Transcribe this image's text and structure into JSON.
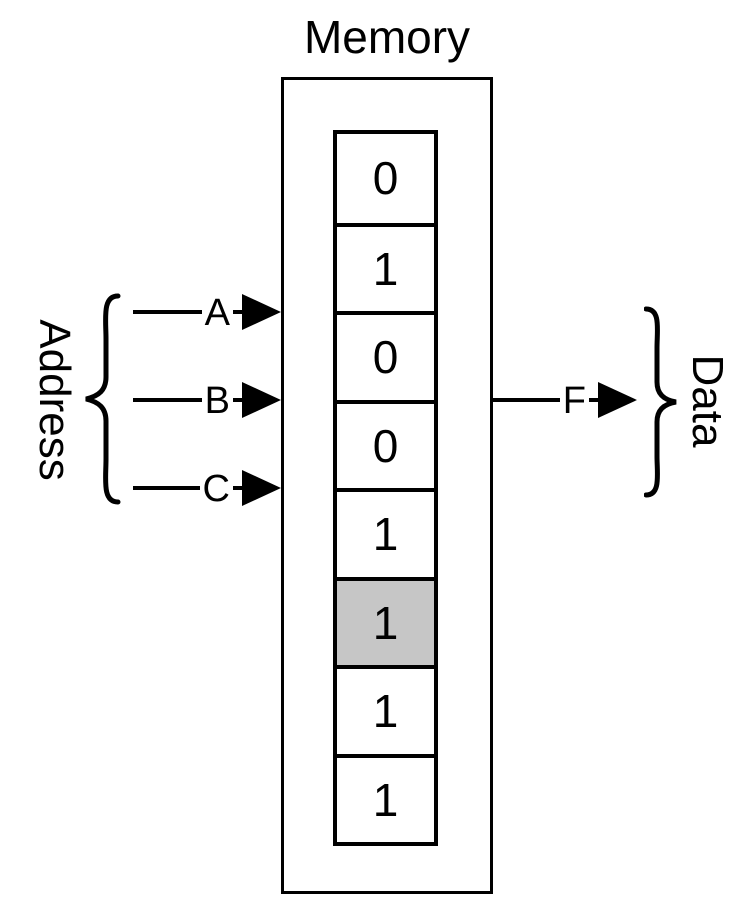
{
  "title": "Memory",
  "memory": {
    "cells": [
      "0",
      "1",
      "0",
      "0",
      "1",
      "1",
      "1",
      "1"
    ],
    "highlighted_cell_index": 5,
    "highlight_color": "#c6c6c6"
  },
  "address": {
    "group_label": "Address",
    "inputs": [
      {
        "label": "A"
      },
      {
        "label": "B"
      },
      {
        "label": "C"
      }
    ]
  },
  "output": {
    "group_label": "Data",
    "label": "F"
  },
  "colors": {
    "stroke": "#000000",
    "background": "#ffffff"
  }
}
